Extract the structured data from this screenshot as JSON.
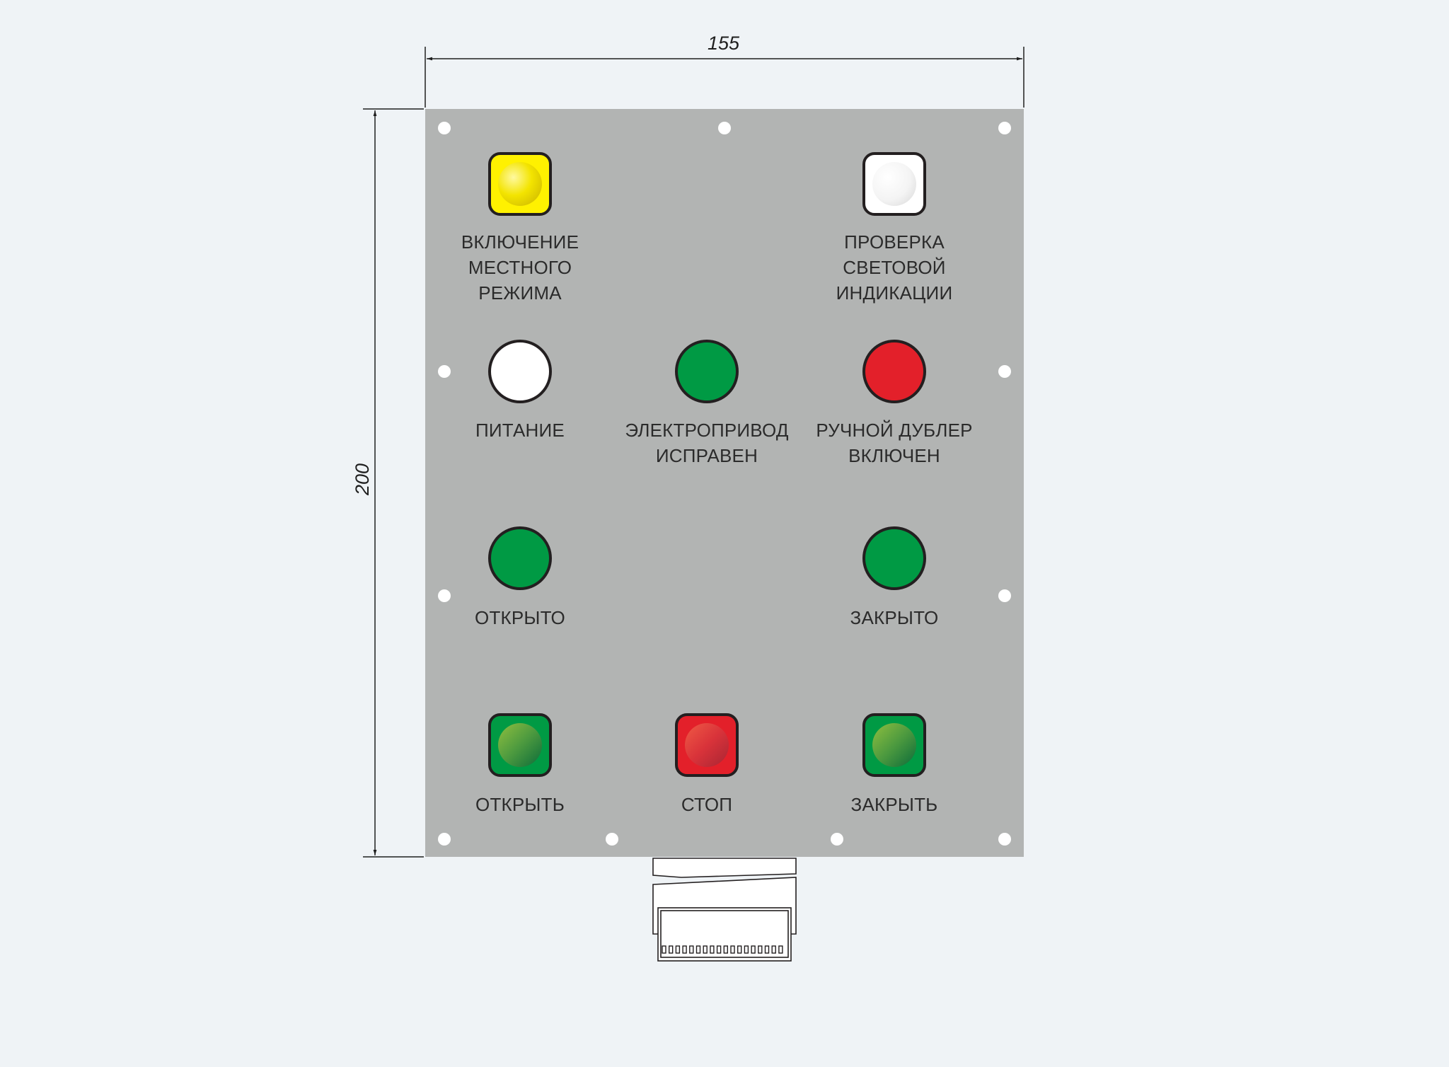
{
  "dimensions": {
    "width": "155",
    "height": "200"
  },
  "colors": {
    "background": "#eff3f6",
    "panel": "#b2b4b3",
    "yellow": "#fff100",
    "white": "#ffffff",
    "green": "#009a44",
    "red": "#e3202a",
    "outline": "#231f20"
  },
  "controls": [
    {
      "id": "local-mode-button",
      "kind": "square",
      "color": "yellow",
      "lines": [
        "ВКЛЮЧЕНИЕ",
        "МЕСТНОГО",
        "РЕЖИМА"
      ]
    },
    {
      "id": "lamp-test-button",
      "kind": "square",
      "color": "white",
      "lines": [
        "ПРОВЕРКА",
        "СВЕТОВОЙ",
        "ИНДИКАЦИИ"
      ]
    },
    {
      "id": "power-indicator",
      "kind": "round",
      "color": "white",
      "lines": [
        "ПИТАНИЕ"
      ]
    },
    {
      "id": "drive-ok-indicator",
      "kind": "round",
      "color": "green",
      "lines": [
        "ЭЛЕКТРОПРИВОД",
        "ИСПРАВЕН"
      ]
    },
    {
      "id": "manual-override-indicator",
      "kind": "round",
      "color": "red",
      "lines": [
        "РУЧНОЙ ДУБЛЕР",
        "ВКЛЮЧЕН"
      ]
    },
    {
      "id": "opened-indicator",
      "kind": "round",
      "color": "green",
      "lines": [
        "ОТКРЫТО"
      ]
    },
    {
      "id": "closed-indicator",
      "kind": "round",
      "color": "green",
      "lines": [
        "ЗАКРЫТО"
      ]
    },
    {
      "id": "open-button",
      "kind": "square",
      "color": "green",
      "lines": [
        "ОТКРЫТЬ"
      ]
    },
    {
      "id": "stop-button",
      "kind": "square",
      "color": "red",
      "lines": [
        "СТОП"
      ]
    },
    {
      "id": "close-button",
      "kind": "square",
      "color": "green",
      "lines": [
        "ЗАКРЫТЬ"
      ]
    }
  ]
}
